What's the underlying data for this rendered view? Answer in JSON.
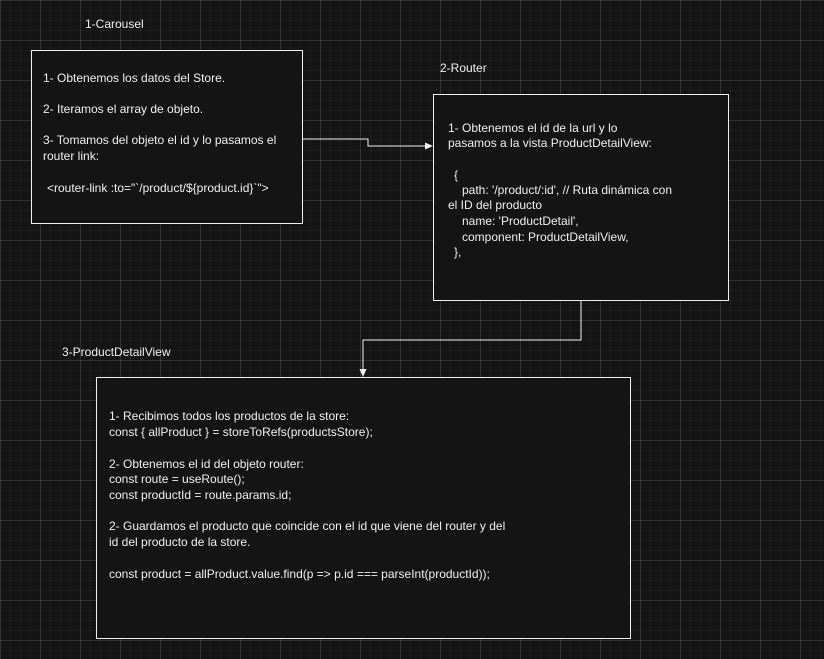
{
  "labels": {
    "carousel": "1-Carousel",
    "router": "2-Router",
    "product_detail_view": "3-ProductDetailView"
  },
  "carousel_box": {
    "lines": [
      "1- Obtenemos los datos del Store.",
      "2- Iteramos el array de objeto.",
      "3- Tomamos del objeto el id y lo pasamos el",
      "router link:",
      "<router-link :to=\"`/product/${product.id}`\">"
    ]
  },
  "router_box": {
    "lines": [
      "1- Obtenemos el id de la url y lo",
      "pasamos a la vista ProductDetailView:",
      "{",
      "path: '/product/:id', // Ruta dinámica con",
      "el ID del producto",
      "name: 'ProductDetail',",
      "component: ProductDetailView,",
      "},"
    ]
  },
  "product_box": {
    "lines": [
      "1- Recibimos todos los productos de la store:",
      "const { allProduct } = storeToRefs(productsStore);",
      "2- Obtenemos el id del objeto router:",
      "const route = useRoute();",
      "const productId = route.params.id;",
      "2- Guardamos el producto que coincide con el id que viene del router y del",
      "id del producto de la store.",
      "const product = allProduct.value.find(p => p.id === parseInt(productId));"
    ]
  }
}
